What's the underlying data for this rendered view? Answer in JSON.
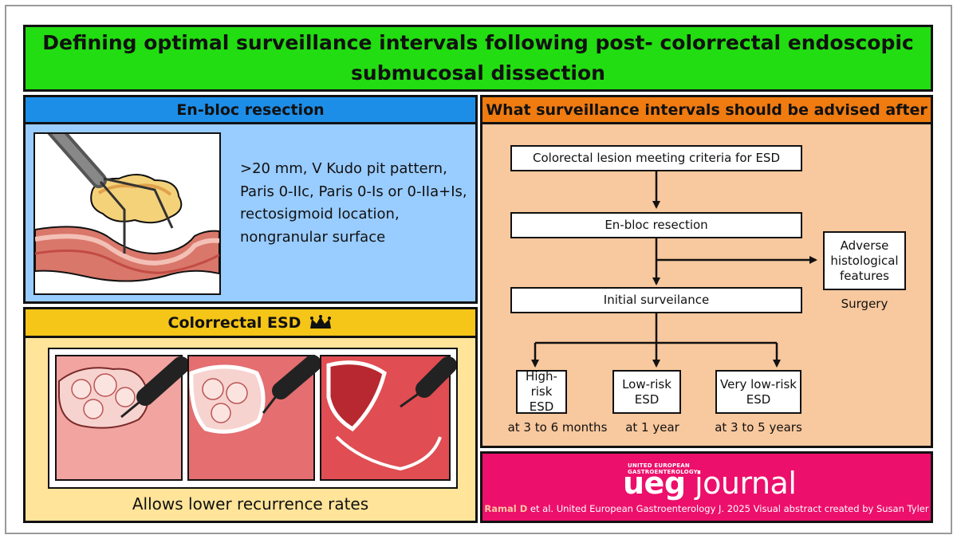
{
  "title": "Defining optimal surveillance intervals following post- colorrectal endoscopic submucosal dissection",
  "enbloc": {
    "heading": "En-bloc resection",
    "criteria": ">20 mm, V Kudo pit pattern, Paris 0-IIc, Paris 0-Is or 0-IIa+Is, rectosigmoid location, nongranular surface"
  },
  "esd": {
    "heading": "Colorrectal ESD",
    "crown_icon": "crown-icon",
    "note": "Allows lower recurrence rates"
  },
  "surveillance": {
    "heading": "What surveillance intervals should be advised after",
    "boxes": {
      "lesion": "Colorectal lesion meeting criteria for ESD",
      "enbloc": "En-bloc resection",
      "adverse": "Adverse histological features",
      "initial": "Initial surveilance",
      "high": "High-risk ESD",
      "low": "Low-risk ESD",
      "verylow": "Very low-risk ESD"
    },
    "labels": {
      "surgery": "Surgery",
      "high": "at 3 to 6 months",
      "low": "at 1 year",
      "verylow": "at 3 to 5 years"
    }
  },
  "footer": {
    "org_line1": "UNITED EUROPEAN",
    "org_line2": "GASTROENTEROLOGY",
    "logo_ueg": "ueg",
    "logo_journal": " journal",
    "citation_author": "Ramal D",
    "citation_rest": " et al. United European Gastroenterology J. 2025 Visual abstract created by Susan Tyler"
  },
  "colors": {
    "title_bg": "#22dd11",
    "enbloc_head": "#1d8ee8",
    "enbloc_body": "#99ccff",
    "esd_head": "#f5c518",
    "esd_body": "#ffe49a",
    "surv_head": "#ef7b11",
    "surv_body": "#f8c89e",
    "footer_bg": "#ec0f6b"
  }
}
